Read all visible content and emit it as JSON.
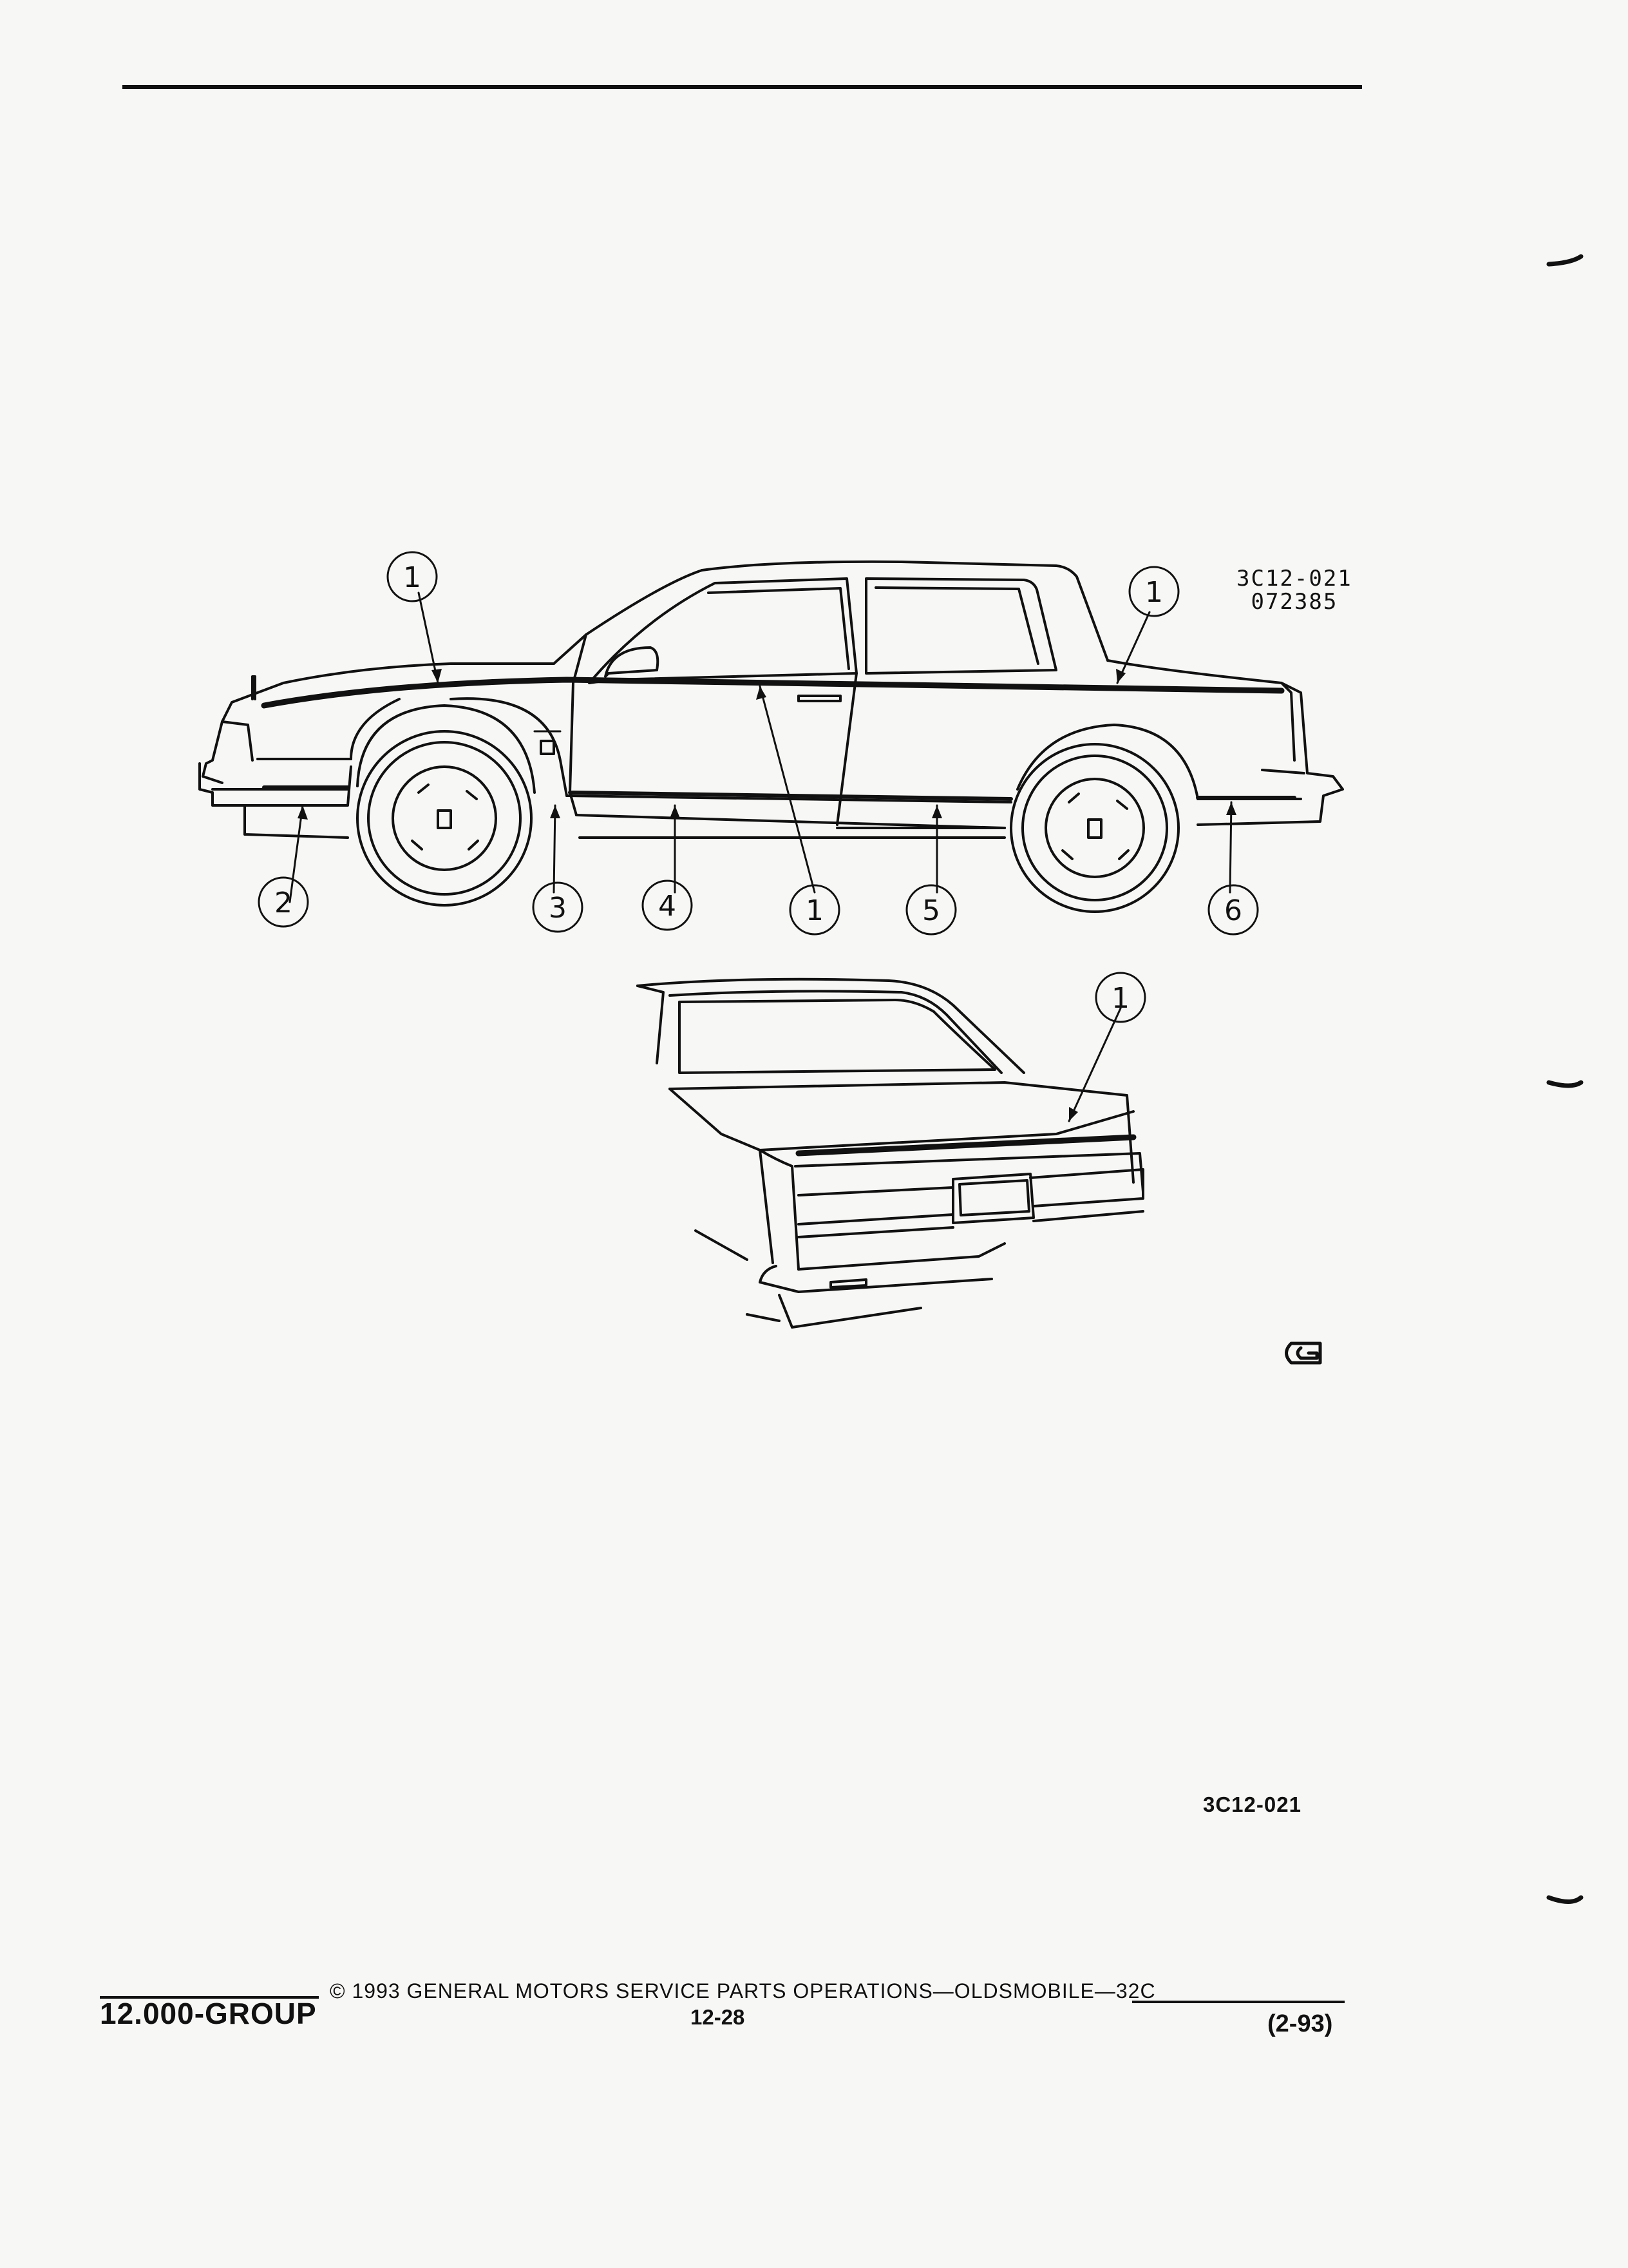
{
  "drawing_codes": {
    "line1": "3C12-021",
    "line2": "072385"
  },
  "callouts": {
    "side_view": [
      "1",
      "1",
      "2",
      "3",
      "4",
      "1",
      "5",
      "6"
    ],
    "rear_view": [
      "1"
    ]
  },
  "figure_ref": "3C12-021",
  "footer": {
    "group": "12.000-GROUP",
    "copyright": "© 1993 GENERAL MOTORS SERVICE PARTS OPERATIONS—OLDSMOBILE—32C",
    "page": "12-28",
    "date": "(2-93)"
  }
}
